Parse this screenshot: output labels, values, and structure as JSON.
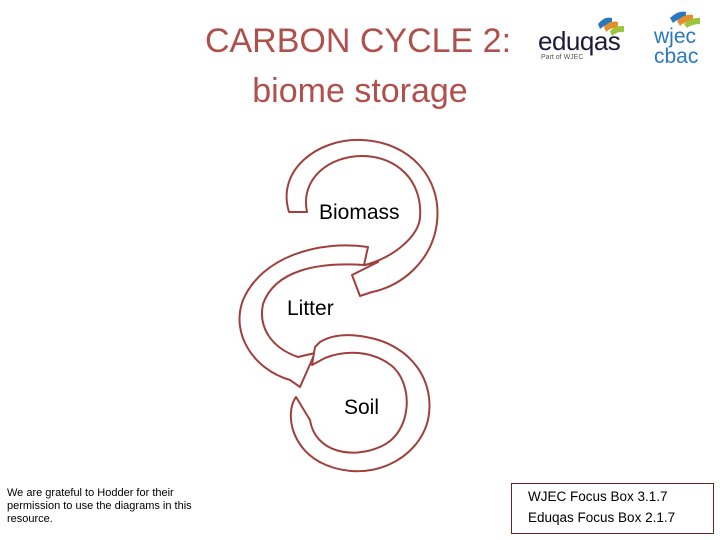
{
  "title": {
    "line1": "CARBON CYCLE 2:",
    "line2": "biome storage",
    "color": "#b0504d"
  },
  "logos": {
    "eduqas": {
      "word": "eduqas",
      "sub": "Part of WJEC"
    },
    "wjec": {
      "line1": "wjec",
      "line2": "cbac"
    }
  },
  "diagram": {
    "nodes": [
      "Biomass",
      "Litter",
      "Soil"
    ],
    "loop_fill": "#ffffff",
    "loop_stroke": "#a0403d"
  },
  "acknowledgement": "We are grateful to Hodder for their permission to use the diagrams in this resource.",
  "focus_box": {
    "line1": "WJEC Focus Box 3.1.7",
    "line2": "Eduqas Focus Box 2.1.7"
  }
}
